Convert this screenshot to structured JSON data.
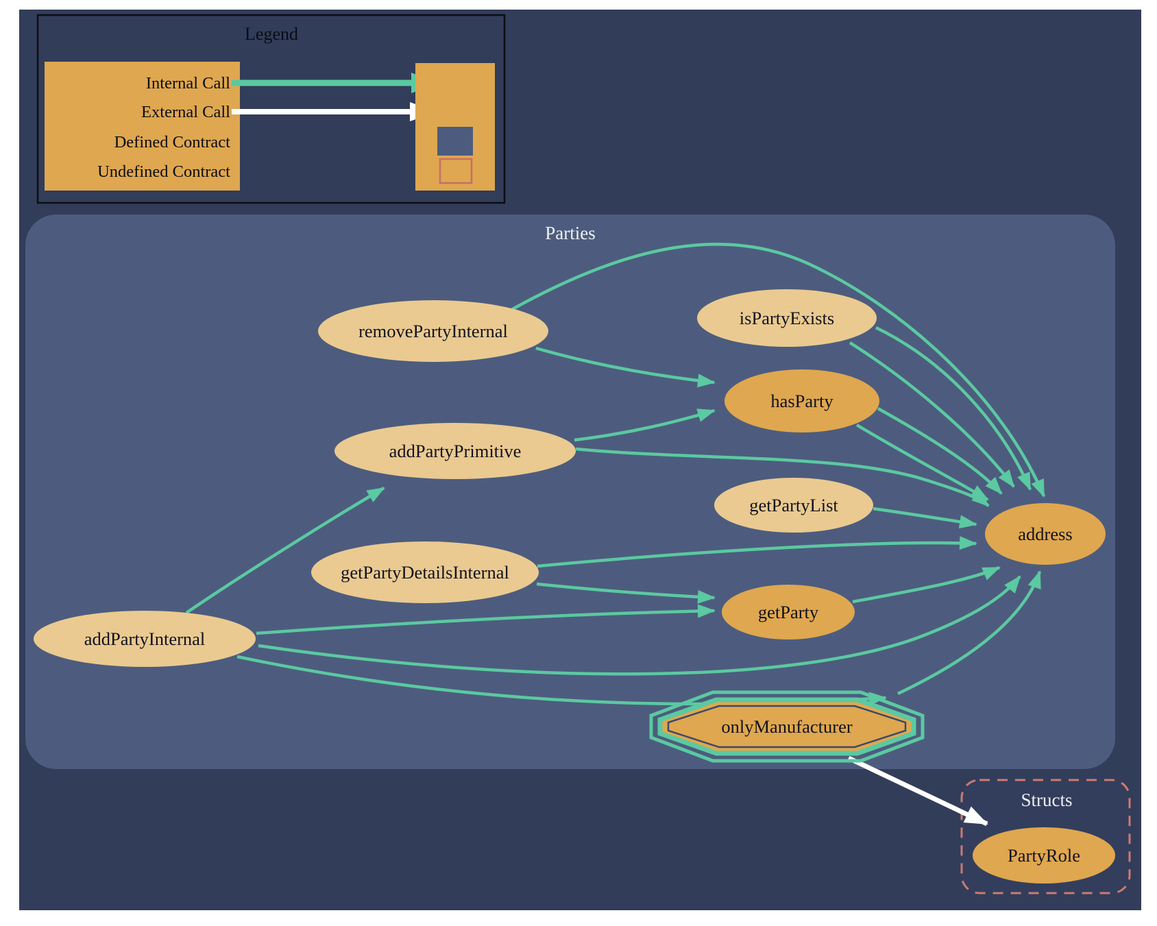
{
  "diagram": {
    "type": "solidity-call-graph",
    "colors": {
      "page_margin": "#ffffff",
      "background": "#323d5a",
      "cluster_fill": "#4d5c7e",
      "node_light": "#eaca90",
      "node_dark": "#dfa74f",
      "legend_box": "#dfa74f",
      "internal_call": "#5bc9a1",
      "external_call": "#ffffff",
      "undefined_contract_border": "#c4706a",
      "structs_border": "#cc7b70",
      "text_dark": "#121220",
      "text_light": "#edeff3"
    }
  },
  "legend": {
    "title": "Legend",
    "items": [
      {
        "label": "Internal Call",
        "swatch": "teal-arrow"
      },
      {
        "label": "External Call",
        "swatch": "white-arrow"
      },
      {
        "label": "Defined Contract",
        "swatch": "filled-navy-square"
      },
      {
        "label": "Undefined Contract",
        "swatch": "outlined-orange-square"
      }
    ]
  },
  "clusters": {
    "parties": {
      "label": "Parties"
    },
    "structs": {
      "label": "Structs"
    }
  },
  "nodes": [
    {
      "id": "removePartyInternal",
      "label": "removePartyInternal",
      "shape": "ellipse",
      "style": "light"
    },
    {
      "id": "isPartyExists",
      "label": "isPartyExists",
      "shape": "ellipse",
      "style": "light"
    },
    {
      "id": "hasParty",
      "label": "hasParty",
      "shape": "ellipse",
      "style": "dark"
    },
    {
      "id": "addPartyPrimitive",
      "label": "addPartyPrimitive",
      "shape": "ellipse",
      "style": "light"
    },
    {
      "id": "getPartyList",
      "label": "getPartyList",
      "shape": "ellipse",
      "style": "light"
    },
    {
      "id": "getPartyDetailsInternal",
      "label": "getPartyDetailsInternal",
      "shape": "ellipse",
      "style": "light"
    },
    {
      "id": "getParty",
      "label": "getParty",
      "shape": "ellipse",
      "style": "dark"
    },
    {
      "id": "addPartyInternal",
      "label": "addPartyInternal",
      "shape": "ellipse",
      "style": "light"
    },
    {
      "id": "address",
      "label": "address",
      "shape": "ellipse",
      "style": "dark"
    },
    {
      "id": "onlyManufacturer",
      "label": "onlyManufacturer",
      "shape": "doubleoctagon",
      "style": "dark"
    },
    {
      "id": "PartyRole",
      "label": "PartyRole",
      "shape": "ellipse",
      "style": "dark"
    }
  ],
  "edges": [
    {
      "from": "removePartyInternal",
      "to": "hasParty",
      "type": "internal"
    },
    {
      "from": "removePartyInternal",
      "to": "address",
      "type": "internal"
    },
    {
      "from": "isPartyExists",
      "to": "address",
      "type": "internal"
    },
    {
      "from": "isPartyExists",
      "to": "address",
      "type": "internal"
    },
    {
      "from": "hasParty",
      "to": "address",
      "type": "internal"
    },
    {
      "from": "hasParty",
      "to": "address",
      "type": "internal"
    },
    {
      "from": "addPartyPrimitive",
      "to": "hasParty",
      "type": "internal"
    },
    {
      "from": "addPartyPrimitive",
      "to": "address",
      "type": "internal"
    },
    {
      "from": "getPartyList",
      "to": "address",
      "type": "internal"
    },
    {
      "from": "getPartyDetailsInternal",
      "to": "getParty",
      "type": "internal"
    },
    {
      "from": "getPartyDetailsInternal",
      "to": "address",
      "type": "internal"
    },
    {
      "from": "addPartyInternal",
      "to": "addPartyPrimitive",
      "type": "internal"
    },
    {
      "from": "addPartyInternal",
      "to": "getParty",
      "type": "internal"
    },
    {
      "from": "addPartyInternal",
      "to": "address",
      "type": "internal"
    },
    {
      "from": "addPartyInternal",
      "to": "onlyManufacturer",
      "type": "internal"
    },
    {
      "from": "getParty",
      "to": "address",
      "type": "internal"
    },
    {
      "from": "onlyManufacturer",
      "to": "address",
      "type": "internal"
    },
    {
      "from": "onlyManufacturer",
      "to": "PartyRole",
      "type": "external"
    }
  ]
}
